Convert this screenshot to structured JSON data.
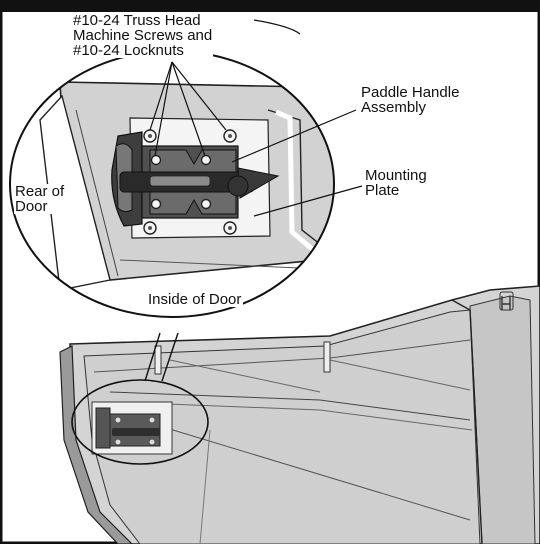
{
  "figure": {
    "labels": {
      "screws": [
        "#10-24 Truss Head",
        "Machine Screws and",
        "#10-24 Locknuts"
      ],
      "paddle_handle": [
        "Paddle Handle",
        "Assembly"
      ],
      "mounting_plate": [
        "Mounting",
        "Plate"
      ],
      "rear_of_door": [
        "Rear of",
        "Door"
      ],
      "inside_of_door": "Inside of Door"
    },
    "colors": {
      "door_panel": "#d4d4d4",
      "door_outline": "#222222",
      "plate": "#f2f2f2",
      "handle": "#4a4a4a",
      "frame": "#111111"
    }
  }
}
